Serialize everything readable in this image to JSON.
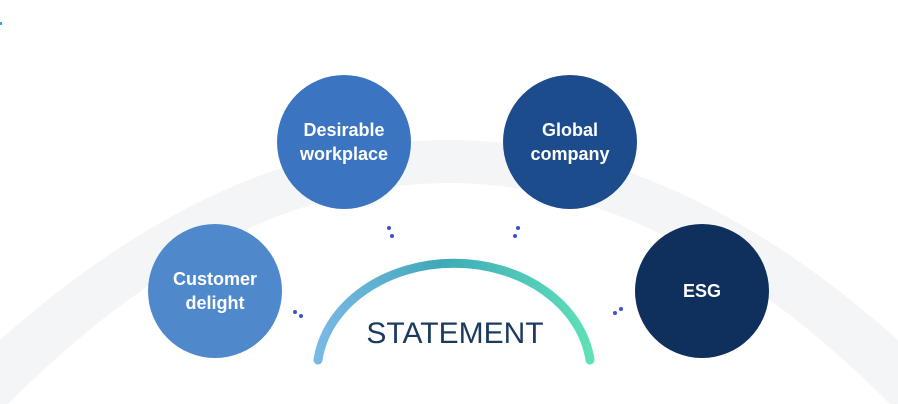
{
  "diagram": {
    "center_label": "STATEMENT",
    "nodes": [
      {
        "id": "customer",
        "label": "Customer delight",
        "color": "#4f89cc"
      },
      {
        "id": "workplace",
        "label": "Desirable workplace",
        "color": "#3b74c0"
      },
      {
        "id": "global",
        "label": "Global company",
        "color": "#1d4c8d"
      },
      {
        "id": "esg",
        "label": "ESG",
        "color": "#0f2f5c"
      }
    ],
    "arc_gradient": {
      "start": "#7ab8e6",
      "mid": "#3fa9b8",
      "end": "#5ee0b8"
    },
    "backdrop_color": "#f4f5f7",
    "dot_color": "#3d4fd6"
  }
}
